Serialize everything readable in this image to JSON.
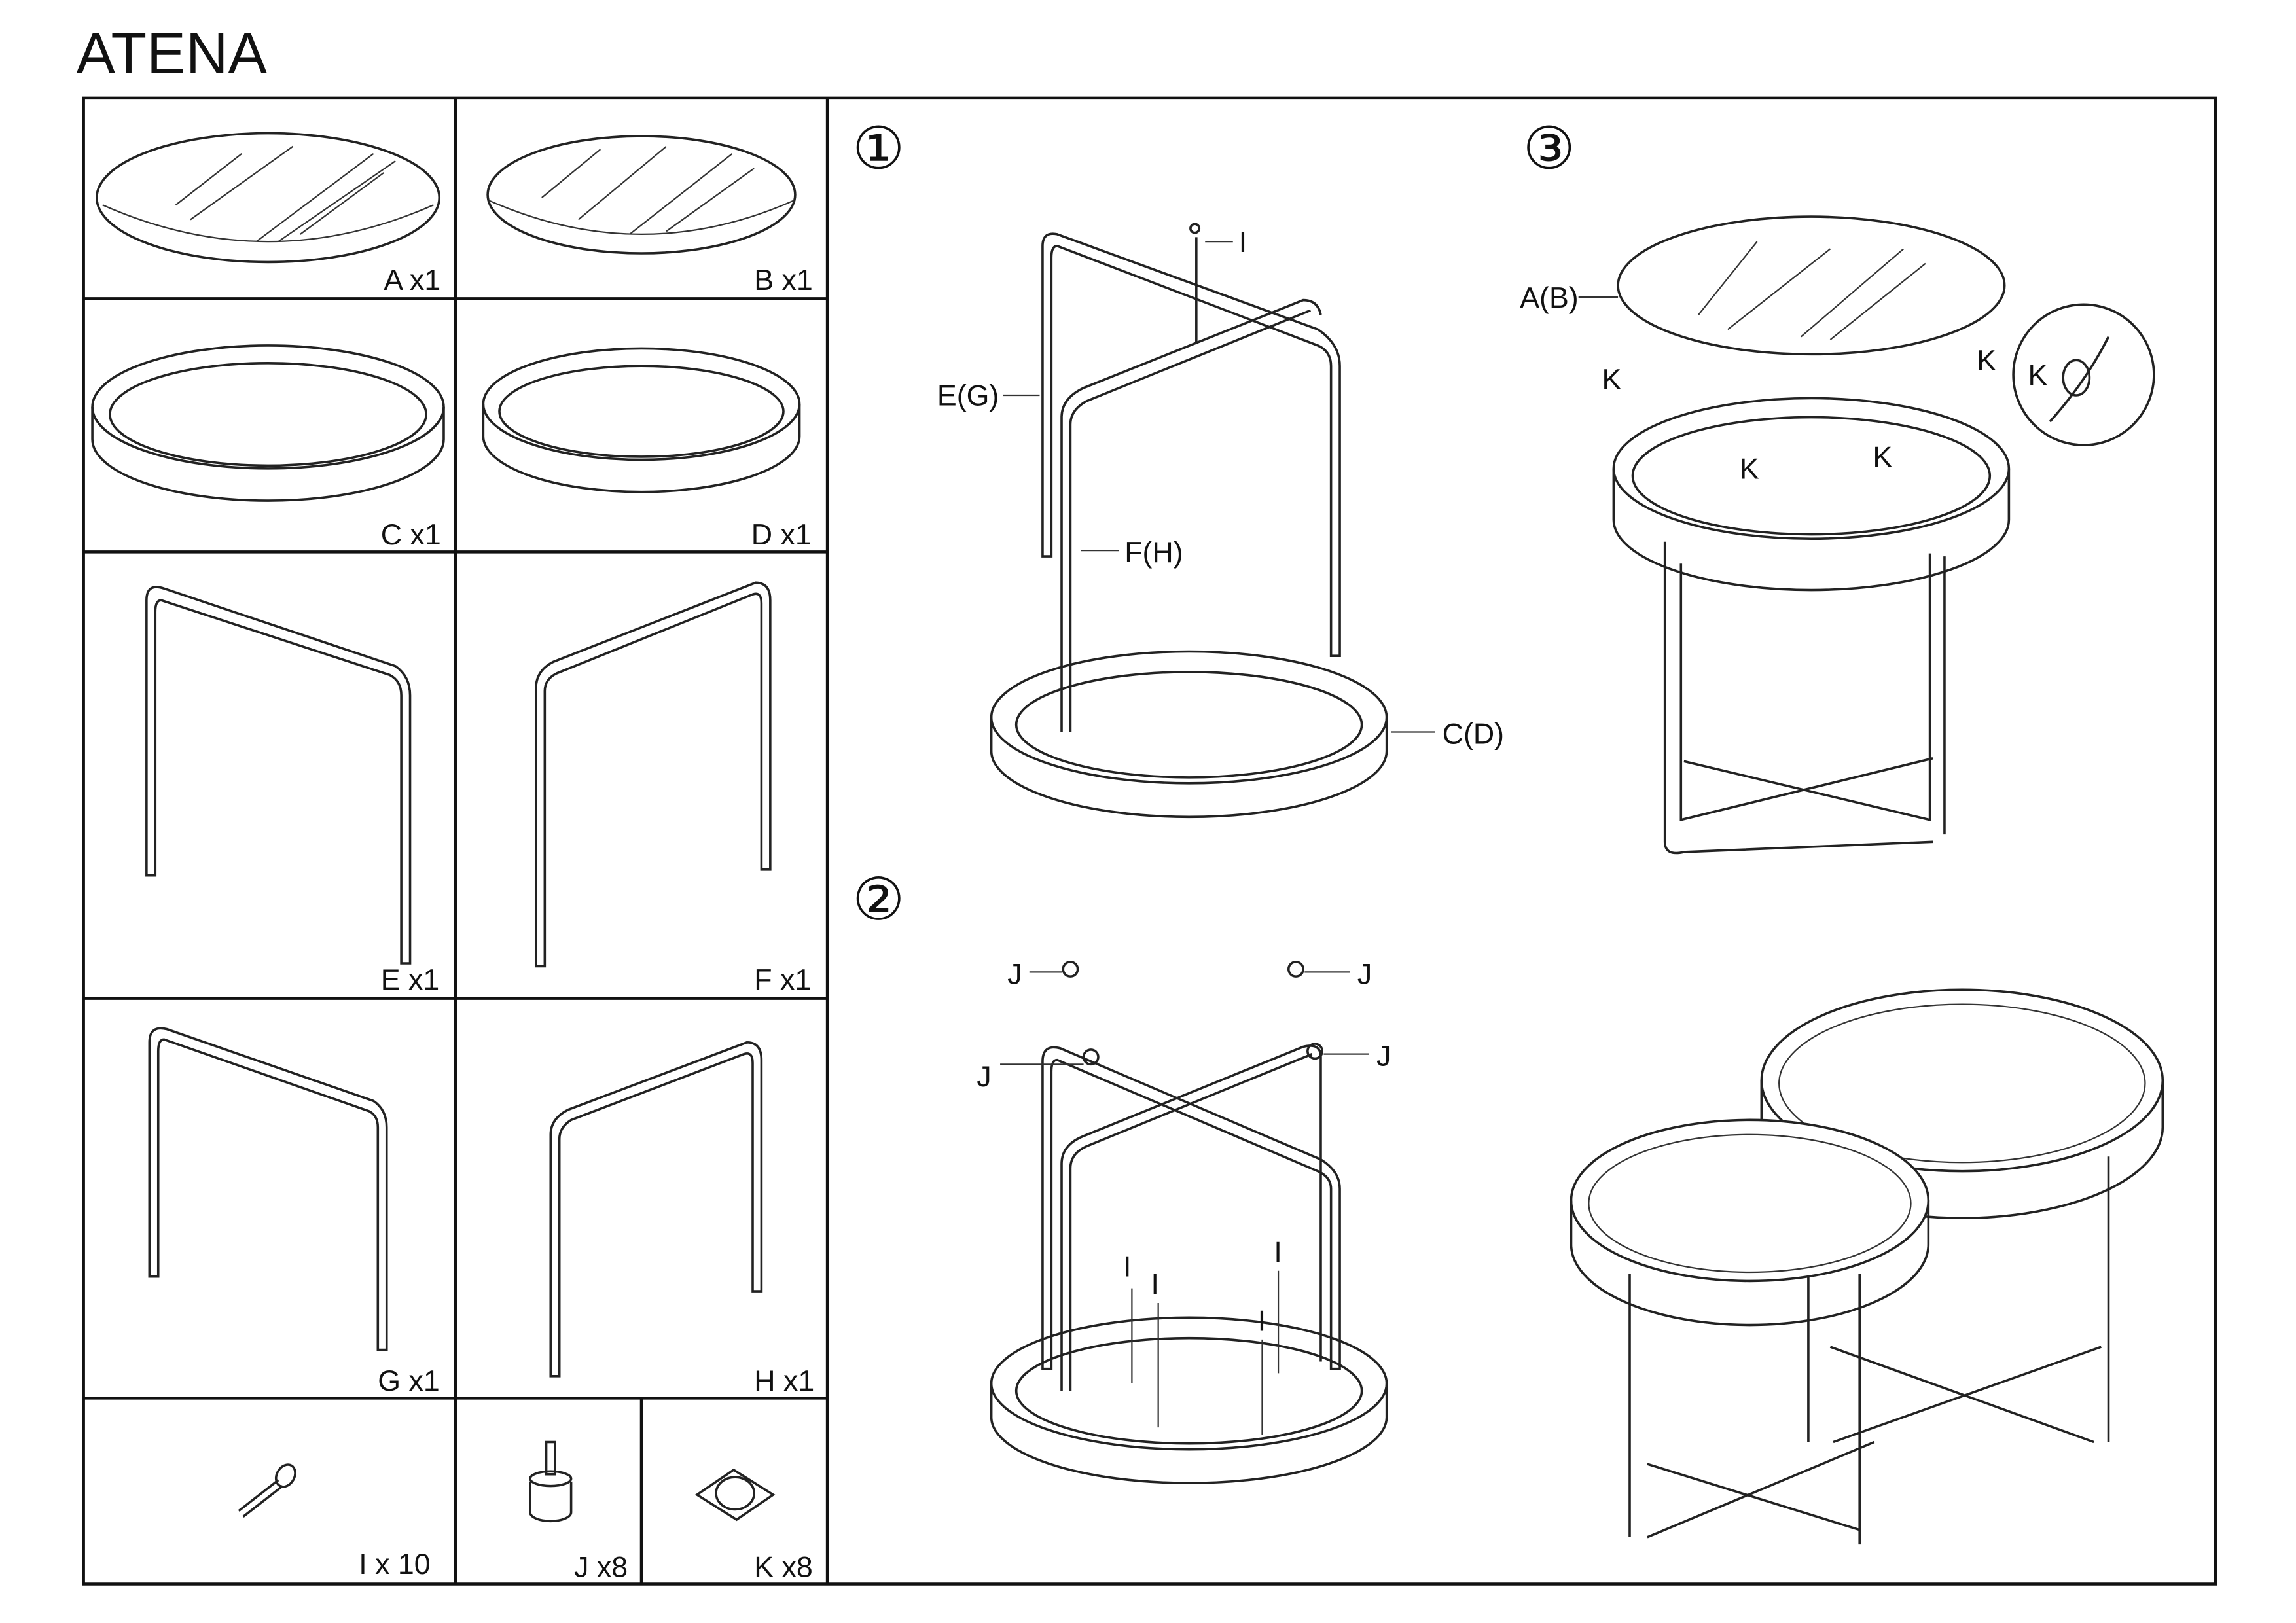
{
  "title": "ATENA",
  "parts": [
    {
      "id": "A",
      "label": "A x1"
    },
    {
      "id": "B",
      "label": "B x1"
    },
    {
      "id": "C",
      "label": "C x1"
    },
    {
      "id": "D",
      "label": "D x1"
    },
    {
      "id": "E",
      "label": "E x1"
    },
    {
      "id": "F",
      "label": "F x1"
    },
    {
      "id": "G",
      "label": "G x1"
    },
    {
      "id": "H",
      "label": "H x1"
    },
    {
      "id": "I",
      "label": "I x 10",
      "icon": "screw-icon"
    },
    {
      "id": "J",
      "label": "J x8",
      "icon": "leveling-foot-icon"
    },
    {
      "id": "K",
      "label": "K x8",
      "icon": "adhesive-pad-icon"
    }
  ],
  "steps": [
    {
      "number": "①",
      "callouts": [
        "I",
        "E(G)",
        "F(H)",
        "C(D)"
      ]
    },
    {
      "number": "②",
      "callouts": [
        "J",
        "J",
        "J",
        "J",
        "I",
        "I",
        "I",
        "I"
      ]
    },
    {
      "number": "③",
      "callouts": [
        "A(B)",
        "K",
        "K",
        "K",
        "K",
        "K"
      ]
    }
  ]
}
